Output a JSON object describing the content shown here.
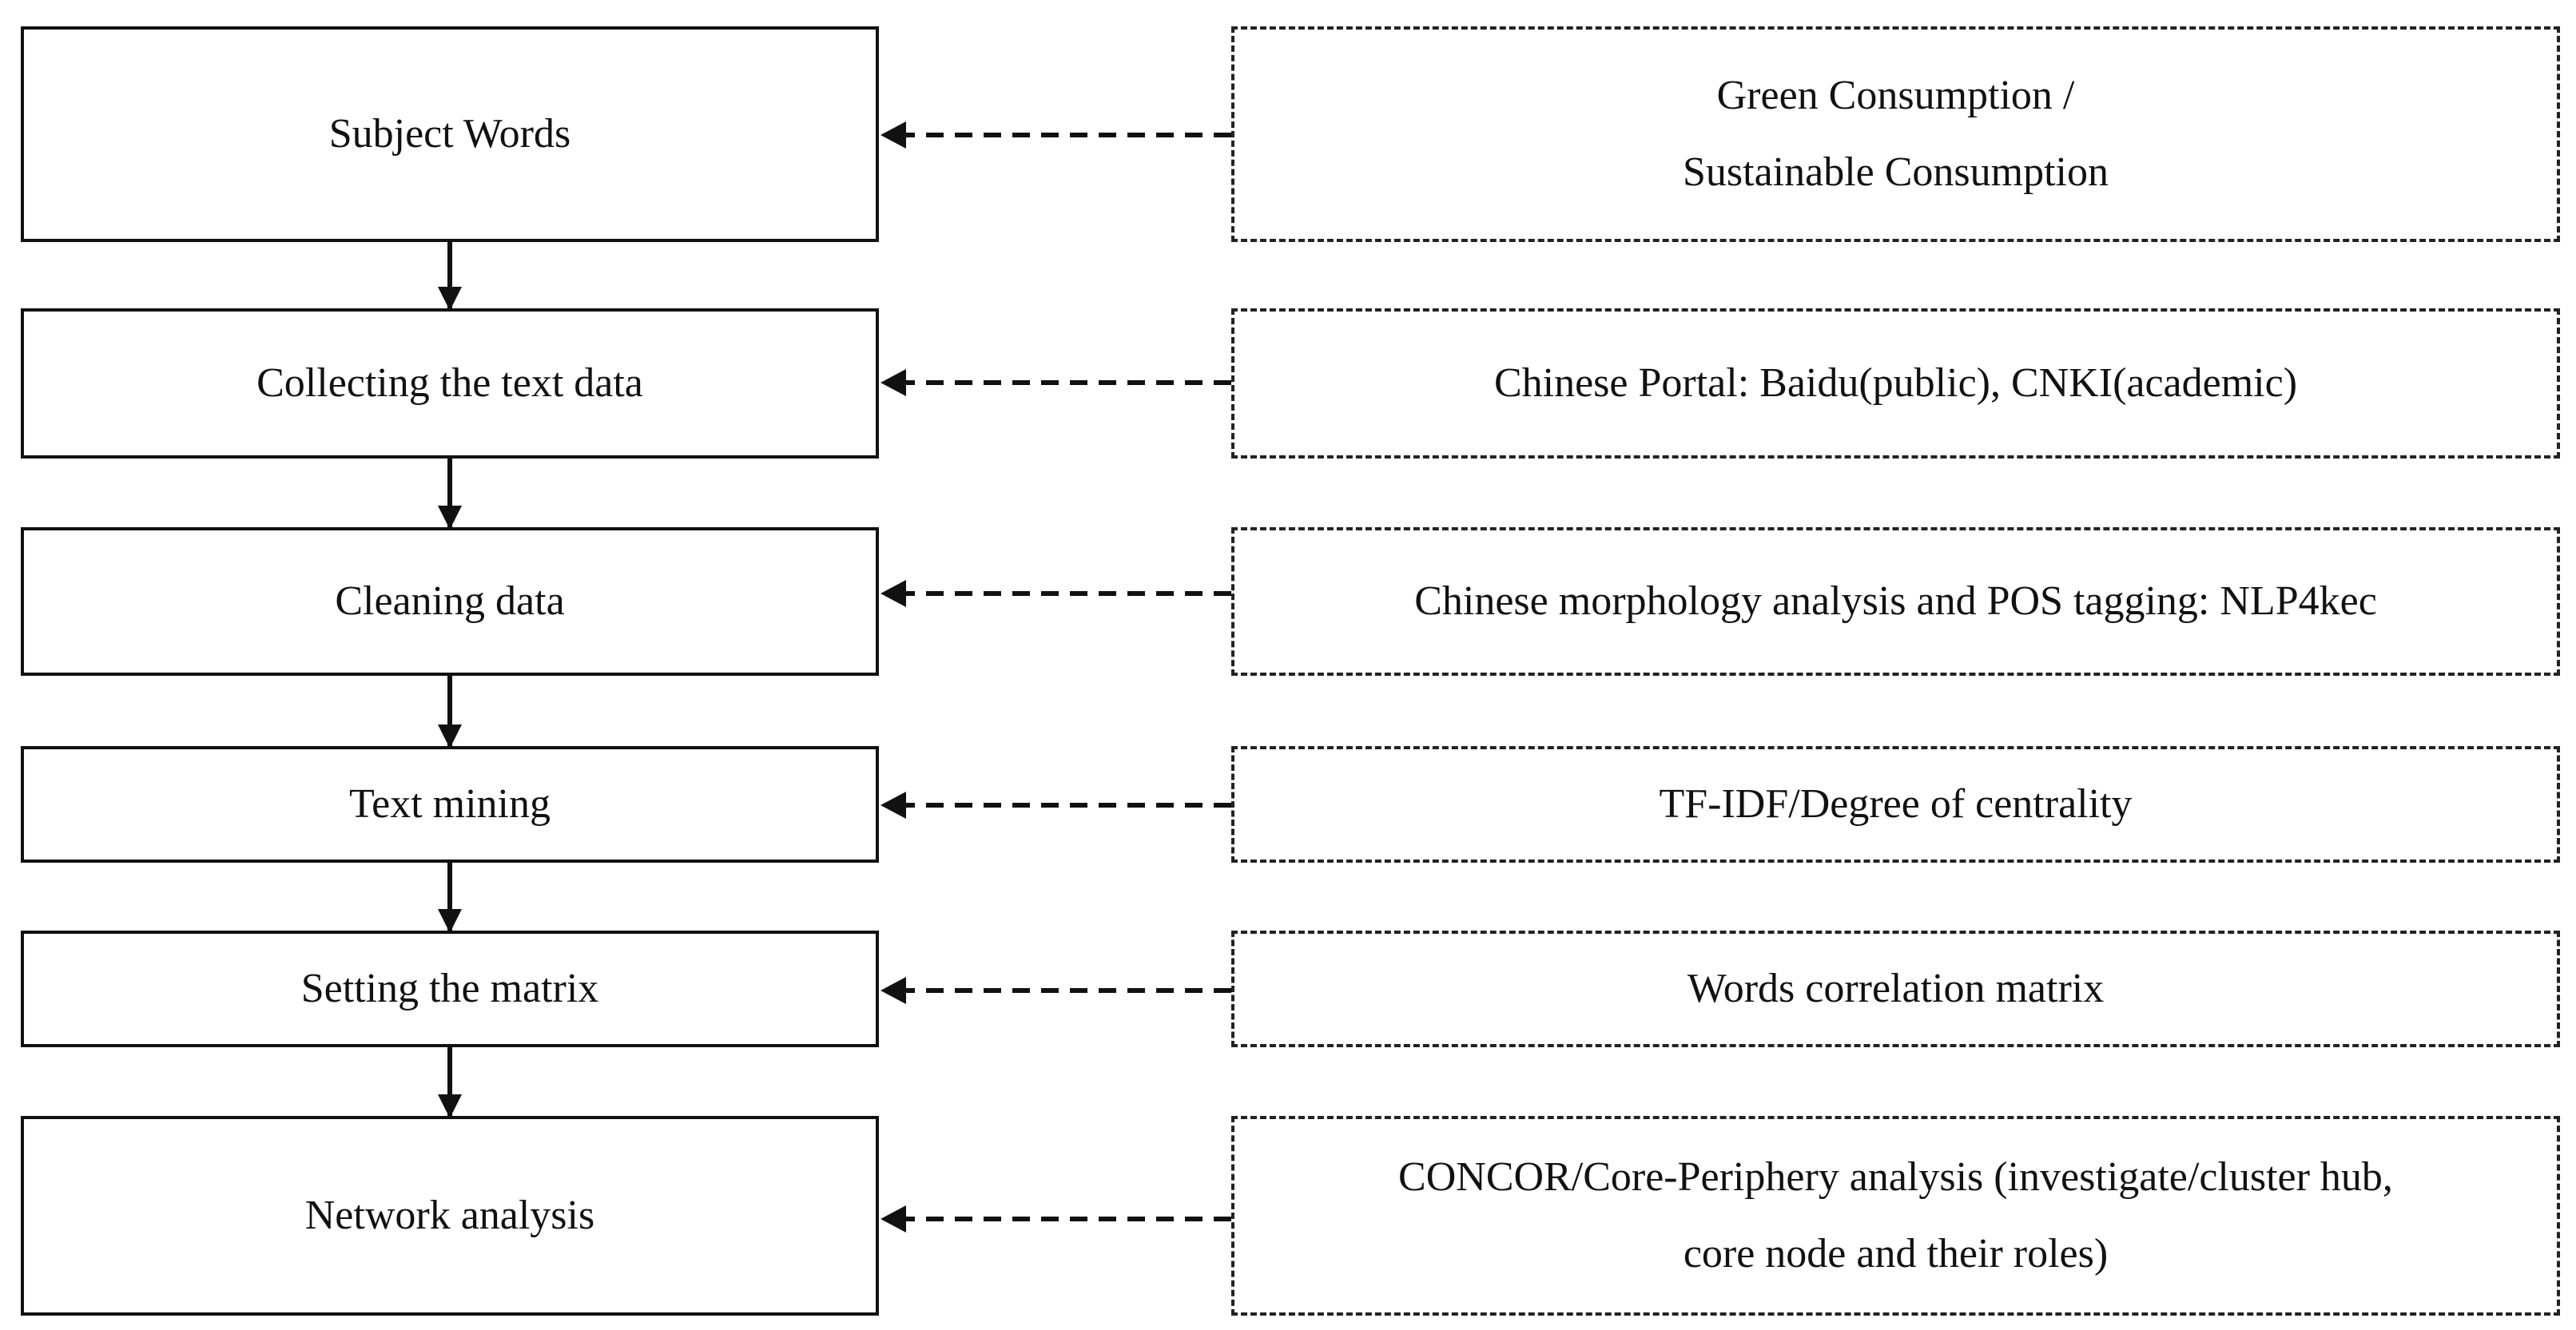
{
  "steps": [
    {
      "id": "subject-words",
      "label": "Subject Words"
    },
    {
      "id": "collecting-text-data",
      "label": "Collecting the text data"
    },
    {
      "id": "cleaning-data",
      "label": "Cleaning data"
    },
    {
      "id": "text-mining",
      "label": "Text mining"
    },
    {
      "id": "setting-matrix",
      "label": "Setting the matrix"
    },
    {
      "id": "network-analysis",
      "label": "Network analysis"
    }
  ],
  "methods": [
    {
      "id": "green-consumption",
      "lines": [
        "Green Consumption /",
        "Sustainable Consumption"
      ]
    },
    {
      "id": "chinese-portal",
      "lines": [
        "Chinese Portal: Baidu(public), CNKI(academic)"
      ]
    },
    {
      "id": "morphology-pos",
      "lines": [
        "Chinese morphology analysis and POS tagging: NLP4kec"
      ]
    },
    {
      "id": "tfidf-degree",
      "lines": [
        "TF-IDF/Degree  of centrality"
      ]
    },
    {
      "id": "correlation-matrix",
      "lines": [
        "Words correlation matrix"
      ]
    },
    {
      "id": "concor",
      "lines": [
        "CONCOR/Core-Periphery  analysis (investigate/cluster hub,",
        "core node and their roles)"
      ]
    }
  ],
  "colors": {
    "stroke": "#111111",
    "dashed_stroke": "#222222",
    "background": "#ffffff"
  }
}
